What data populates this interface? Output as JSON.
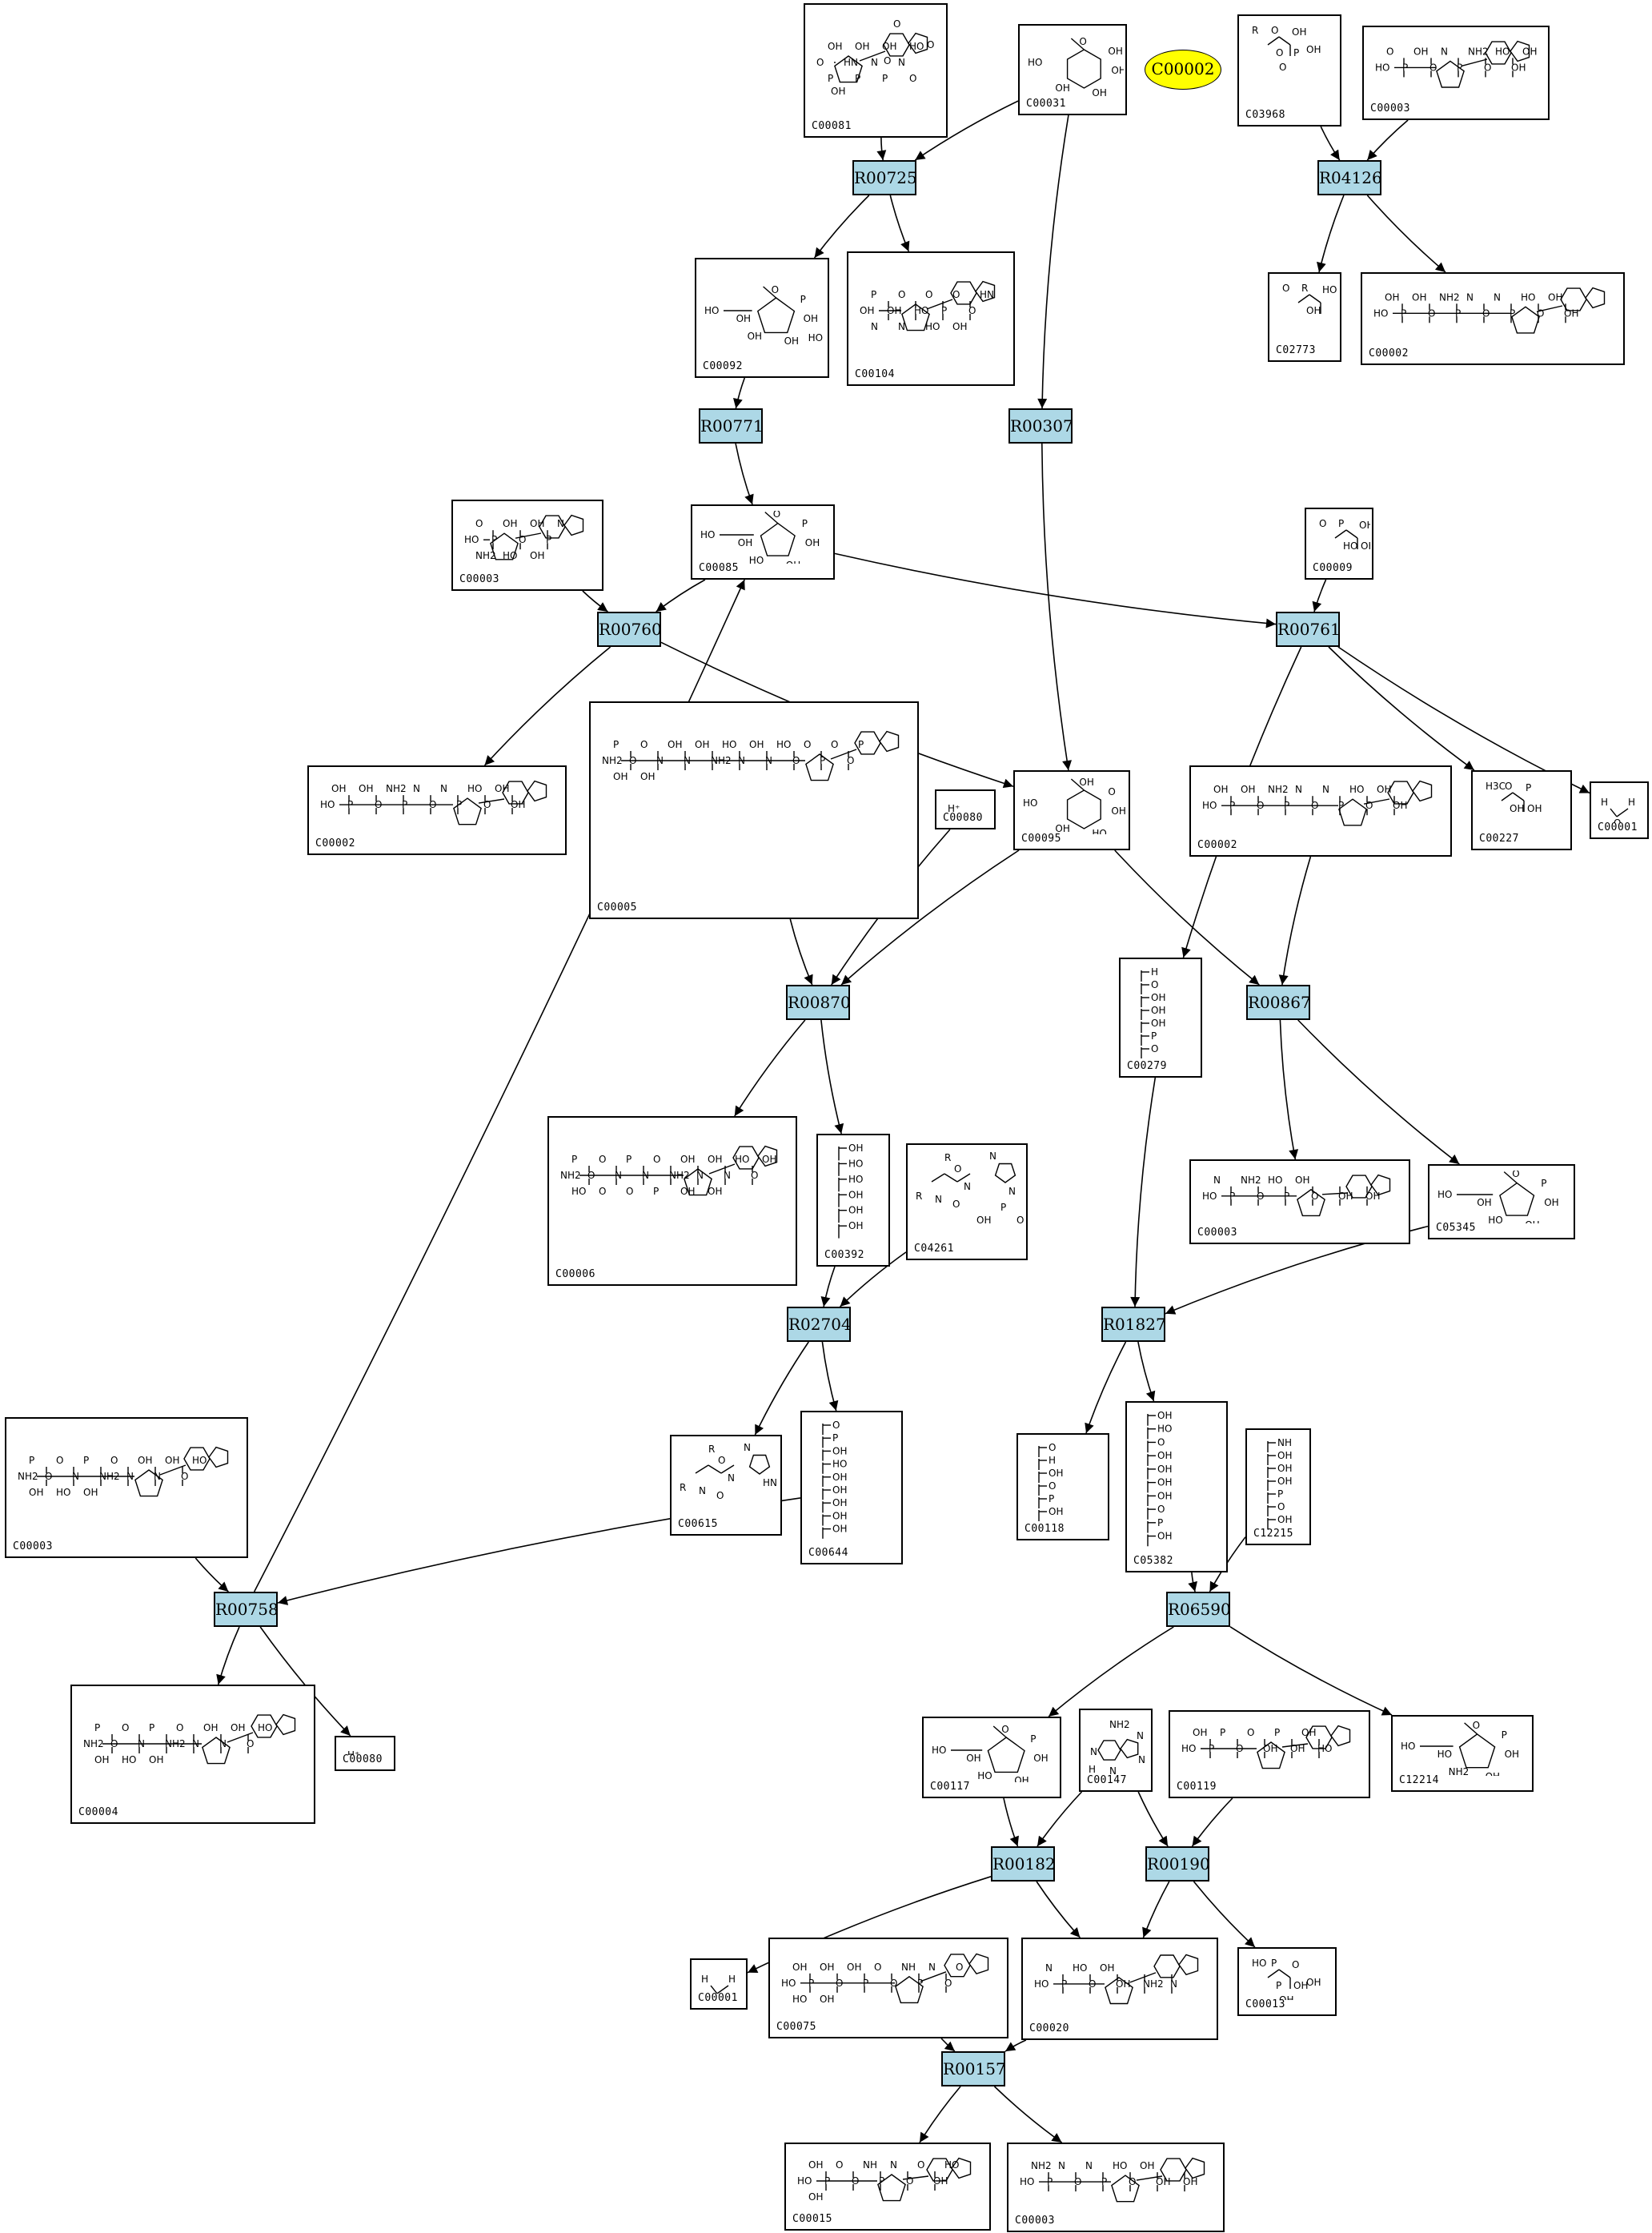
{
  "highlight": {
    "label": "C00002",
    "color": "#ffff00"
  },
  "reaction_color": "#add8e6",
  "reactions": [
    {
      "id": "R00725",
      "label": "R00725"
    },
    {
      "id": "R04126",
      "label": "R04126"
    },
    {
      "id": "R00771",
      "label": "R00771"
    },
    {
      "id": "R00307",
      "label": "R00307"
    },
    {
      "id": "R00760",
      "label": "R00760"
    },
    {
      "id": "R00761",
      "label": "R00761"
    },
    {
      "id": "R00870",
      "label": "R00870"
    },
    {
      "id": "R00867",
      "label": "R00867"
    },
    {
      "id": "R02704",
      "label": "R02704"
    },
    {
      "id": "R01827",
      "label": "R01827"
    },
    {
      "id": "R00758",
      "label": "R00758"
    },
    {
      "id": "R06590",
      "label": "R06590"
    },
    {
      "id": "R00182",
      "label": "R00182"
    },
    {
      "id": "R00190",
      "label": "R00190"
    },
    {
      "id": "R00157",
      "label": "R00157"
    }
  ],
  "compounds": [
    {
      "id": "c_081",
      "label": "C00081",
      "mol": "nucleotide_tri",
      "atoms": [
        "O",
        "HN",
        "N",
        "N",
        "OH",
        "OH",
        "OH",
        "HO",
        "P",
        "P",
        "P",
        "O",
        "O",
        "O",
        "O",
        "OH"
      ]
    },
    {
      "id": "c_031",
      "label": "C00031",
      "mol": "sugar",
      "atoms": [
        "HO",
        "OH",
        "O",
        "OH",
        "OH",
        "OH"
      ]
    },
    {
      "id": "c_3968",
      "label": "C03968",
      "mol": "small",
      "atoms": [
        "R",
        "O",
        "OH",
        "O",
        "P",
        "OH",
        "O"
      ]
    },
    {
      "id": "c_003a",
      "label": "C00003",
      "mol": "nucleotide_di",
      "atoms": [
        "HO",
        "P",
        "O",
        "P",
        "O",
        "OH",
        "O",
        "OH",
        "N",
        "NH2",
        "HO",
        "OH"
      ]
    },
    {
      "id": "c_092",
      "label": "C00092",
      "mol": "sugar_p",
      "atoms": [
        "HO",
        "P",
        "O",
        "OH",
        "OH",
        "OH",
        "OH",
        "HO"
      ]
    },
    {
      "id": "c_104",
      "label": "C00104",
      "mol": "nucleotide_di",
      "atoms": [
        "OH",
        "OH",
        "HO",
        "P",
        "O",
        "P",
        "O",
        "O",
        "O",
        "HN",
        "N",
        "N",
        "HO",
        "OH"
      ]
    },
    {
      "id": "c_2773",
      "label": "C02773",
      "mol": "small",
      "atoms": [
        "O",
        "R",
        "HO",
        "OH"
      ]
    },
    {
      "id": "c_002a",
      "label": "C00002",
      "mol": "nucleotide_tri",
      "atoms": [
        "HO",
        "P",
        "O",
        "P",
        "O",
        "P",
        "O",
        "OH",
        "OH",
        "OH",
        "NH2",
        "N",
        "N",
        "HO",
        "OH"
      ]
    },
    {
      "id": "c_003b",
      "label": "C00003",
      "mol": "nucleotide_di",
      "atoms": [
        "HO",
        "P",
        "O",
        "P",
        "O",
        "OH",
        "OH",
        "N",
        "NH2",
        "HO",
        "OH"
      ]
    },
    {
      "id": "c_085",
      "label": "C00085",
      "mol": "sugar_p",
      "atoms": [
        "HO",
        "P",
        "O",
        "OH",
        "OH",
        "HO",
        "OH"
      ]
    },
    {
      "id": "c_009",
      "label": "C00009",
      "mol": "small",
      "atoms": [
        "O",
        "P",
        "OH",
        "HO",
        "OH"
      ]
    },
    {
      "id": "c_002b",
      "label": "C00002",
      "mol": "nucleotide_tri",
      "atoms": [
        "HO",
        "P",
        "O",
        "P",
        "O",
        "P",
        "O",
        "OH",
        "OH",
        "OH",
        "NH2",
        "N",
        "N",
        "HO",
        "OH"
      ]
    },
    {
      "id": "c_005",
      "label": "C00005",
      "mol": "nadph",
      "atoms": [
        "NH2",
        "O",
        "N",
        "N",
        "NH2",
        "N",
        "N",
        "O",
        "P",
        "O",
        "P",
        "O",
        "OH",
        "OH",
        "HO",
        "OH",
        "HO",
        "O",
        "O",
        "P",
        "OH",
        "OH"
      ]
    },
    {
      "id": "c_080a",
      "label": "C00080",
      "mol": "text",
      "atoms": [
        "H⁺"
      ]
    },
    {
      "id": "c_095",
      "label": "C00095",
      "mol": "sugar",
      "atoms": [
        "HO",
        "O",
        "OH",
        "OH",
        "HO",
        "OH"
      ]
    },
    {
      "id": "c_002c",
      "label": "C00002",
      "mol": "nucleotide_tri",
      "atoms": [
        "HO",
        "P",
        "O",
        "P",
        "O",
        "P",
        "O",
        "OH",
        "OH",
        "OH",
        "NH2",
        "N",
        "N",
        "HO",
        "OH"
      ]
    },
    {
      "id": "c_227",
      "label": "C00227",
      "mol": "small",
      "atoms": [
        "H3C",
        "O",
        "P",
        "OH",
        "OH"
      ]
    },
    {
      "id": "c_001a",
      "label": "C00001",
      "mol": "water",
      "atoms": [
        "H",
        "O",
        "H"
      ]
    },
    {
      "id": "c_279",
      "label": "C00279",
      "mol": "chain",
      "atoms": [
        "H",
        "O",
        "OH",
        "OH",
        "OH",
        "P",
        "O",
        "OH"
      ]
    },
    {
      "id": "c_006",
      "label": "C00006",
      "mol": "nadph",
      "atoms": [
        "NH2",
        "O",
        "N",
        "N",
        "NH2",
        "N",
        "N",
        "O",
        "P",
        "O",
        "P",
        "O",
        "OH",
        "OH",
        "HO",
        "OH",
        "HO",
        "O",
        "O",
        "P",
        "OH",
        "OH"
      ]
    },
    {
      "id": "c_392",
      "label": "C00392",
      "mol": "chain",
      "atoms": [
        "OH",
        "HO",
        "HO",
        "OH",
        "OH",
        "OH"
      ]
    },
    {
      "id": "c_4261",
      "label": "C04261",
      "mol": "peptide",
      "atoms": [
        "R",
        "O",
        "N",
        "R",
        "N",
        "O",
        "N",
        "N",
        "P",
        "OH",
        "OH"
      ]
    },
    {
      "id": "c_003c",
      "label": "C00003",
      "mol": "nucleotide_di",
      "atoms": [
        "HO",
        "P",
        "O",
        "P",
        "O",
        "OH",
        "OH",
        "N",
        "NH2",
        "HO",
        "OH"
      ]
    },
    {
      "id": "c_5345",
      "label": "C05345",
      "mol": "sugar_p",
      "atoms": [
        "HO",
        "P",
        "O",
        "OH",
        "OH",
        "HO",
        "OH"
      ]
    },
    {
      "id": "c_003d",
      "label": "C00003",
      "mol": "nadph",
      "atoms": [
        "NH2",
        "O",
        "N",
        "NH2",
        "N",
        "N",
        "O",
        "P",
        "O",
        "P",
        "O",
        "OH",
        "OH",
        "HO",
        "OH",
        "HO",
        "OH"
      ]
    },
    {
      "id": "c_615",
      "label": "C00615",
      "mol": "peptide",
      "atoms": [
        "R",
        "O",
        "N",
        "R",
        "N",
        "O",
        "N",
        "HN"
      ]
    },
    {
      "id": "c_644",
      "label": "C00644",
      "mol": "chain",
      "atoms": [
        "O",
        "P",
        "OH",
        "HO",
        "OH",
        "OH",
        "OH",
        "OH",
        "OH"
      ]
    },
    {
      "id": "c_118",
      "label": "C00118",
      "mol": "chain",
      "atoms": [
        "O",
        "H",
        "OH",
        "O",
        "P",
        "OH",
        "OH"
      ]
    },
    {
      "id": "c_5382",
      "label": "C05382",
      "mol": "chain",
      "atoms": [
        "OH",
        "HO",
        "O",
        "OH",
        "OH",
        "OH",
        "OH",
        "O",
        "P",
        "OH"
      ]
    },
    {
      "id": "c_12215",
      "label": "C12215",
      "mol": "chain",
      "atoms": [
        "NH",
        "OH",
        "OH",
        "OH",
        "P",
        "O",
        "OH"
      ]
    },
    {
      "id": "c_004",
      "label": "C00004",
      "mol": "nadph",
      "atoms": [
        "NH2",
        "O",
        "N",
        "NH2",
        "N",
        "N",
        "O",
        "P",
        "O",
        "P",
        "O",
        "OH",
        "OH",
        "HO",
        "OH",
        "HO",
        "OH"
      ]
    },
    {
      "id": "c_080b",
      "label": "C00080",
      "mol": "text",
      "atoms": [
        "H⁺"
      ]
    },
    {
      "id": "c_117",
      "label": "C00117",
      "mol": "sugar_p",
      "atoms": [
        "HO",
        "P",
        "O",
        "OH",
        "OH",
        "HO",
        "OH"
      ]
    },
    {
      "id": "c_147",
      "label": "C00147",
      "mol": "base",
      "atoms": [
        "NH2",
        "N",
        "N",
        "N",
        "H",
        "N"
      ]
    },
    {
      "id": "c_119",
      "label": "C00119",
      "mol": "nucleotide_tri",
      "atoms": [
        "HO",
        "P",
        "O",
        "OH",
        "OH",
        "HO",
        "OH",
        "P",
        "O",
        "P",
        "OH"
      ]
    },
    {
      "id": "c_12214",
      "label": "C12214",
      "mol": "sugar_p",
      "atoms": [
        "HO",
        "P",
        "O",
        "OH",
        "OH",
        "NH2",
        "HO"
      ]
    },
    {
      "id": "c_001b",
      "label": "C00001",
      "mol": "water",
      "atoms": [
        "H",
        "O",
        "H"
      ]
    },
    {
      "id": "c_075",
      "label": "C00075",
      "mol": "nucleotide_tri",
      "atoms": [
        "HO",
        "P",
        "O",
        "P",
        "O",
        "P",
        "O",
        "OH",
        "OH",
        "OH",
        "O",
        "NH",
        "N",
        "O",
        "HO",
        "OH"
      ]
    },
    {
      "id": "c_020",
      "label": "C00020",
      "mol": "nucleotide_mono",
      "atoms": [
        "HO",
        "P",
        "O",
        "OH",
        "NH2",
        "N",
        "N",
        "HO",
        "OH"
      ]
    },
    {
      "id": "c_013",
      "label": "C00013",
      "mol": "small",
      "atoms": [
        "HO",
        "P",
        "O",
        "P",
        "OH",
        "OH",
        "OH"
      ]
    },
    {
      "id": "c_015",
      "label": "C00015",
      "mol": "nucleotide_di",
      "atoms": [
        "HO",
        "P",
        "O",
        "P",
        "O",
        "OH",
        "OH",
        "O",
        "NH",
        "N",
        "O",
        "HO",
        "OH"
      ]
    },
    {
      "id": "c_003e",
      "label": "C00003",
      "mol": "nucleotide_di",
      "atoms": [
        "HO",
        "P",
        "O",
        "P",
        "O",
        "OH",
        "OH",
        "NH2",
        "N",
        "N",
        "HO",
        "OH"
      ]
    }
  ],
  "edges": [
    [
      "c_081",
      "R00725"
    ],
    [
      "c_031",
      "R00725"
    ],
    [
      "R00725",
      "c_092"
    ],
    [
      "R00725",
      "c_104"
    ],
    [
      "c_3968",
      "R04126"
    ],
    [
      "c_003a",
      "R04126"
    ],
    [
      "R04126",
      "c_2773"
    ],
    [
      "R04126",
      "c_002a"
    ],
    [
      "c_092",
      "R00771"
    ],
    [
      "R00771",
      "c_085"
    ],
    [
      "c_031",
      "R00307"
    ],
    [
      "R00307",
      "c_095"
    ],
    [
      "c_003b",
      "R00760"
    ],
    [
      "c_085",
      "R00760"
    ],
    [
      "R00760",
      "c_002b"
    ],
    [
      "R00760",
      "c_095"
    ],
    [
      "c_085",
      "R00761"
    ],
    [
      "c_009",
      "R00761"
    ],
    [
      "R00761",
      "c_279"
    ],
    [
      "R00761",
      "c_227"
    ],
    [
      "R00761",
      "c_001a"
    ],
    [
      "c_005",
      "R00870"
    ],
    [
      "c_080a",
      "R00870"
    ],
    [
      "c_095",
      "R00870"
    ],
    [
      "R00870",
      "c_006"
    ],
    [
      "R00870",
      "c_392"
    ],
    [
      "c_095",
      "R00867"
    ],
    [
      "c_002c",
      "R00867"
    ],
    [
      "R00867",
      "c_003c"
    ],
    [
      "R00867",
      "c_5345"
    ],
    [
      "c_392",
      "R02704"
    ],
    [
      "c_4261",
      "R02704"
    ],
    [
      "R02704",
      "c_615"
    ],
    [
      "R02704",
      "c_644"
    ],
    [
      "c_279",
      "R01827"
    ],
    [
      "c_5345",
      "R01827"
    ],
    [
      "R01827",
      "c_118"
    ],
    [
      "R01827",
      "c_5382"
    ],
    [
      "c_003d",
      "R00758"
    ],
    [
      "c_644",
      "R00758"
    ],
    [
      "R00758",
      "c_085"
    ],
    [
      "R00758",
      "c_004"
    ],
    [
      "R00758",
      "c_080b"
    ],
    [
      "c_5382",
      "R06590"
    ],
    [
      "c_12215",
      "R06590"
    ],
    [
      "R06590",
      "c_117"
    ],
    [
      "R06590",
      "c_12214"
    ],
    [
      "c_117",
      "R00182"
    ],
    [
      "c_147",
      "R00182"
    ],
    [
      "R00182",
      "c_001b"
    ],
    [
      "R00182",
      "c_020"
    ],
    [
      "c_147",
      "R00190"
    ],
    [
      "c_119",
      "R00190"
    ],
    [
      "R00190",
      "c_020"
    ],
    [
      "R00190",
      "c_013"
    ],
    [
      "c_075",
      "R00157"
    ],
    [
      "c_020",
      "R00157"
    ],
    [
      "R00157",
      "c_015"
    ],
    [
      "R00157",
      "c_003e"
    ]
  ]
}
